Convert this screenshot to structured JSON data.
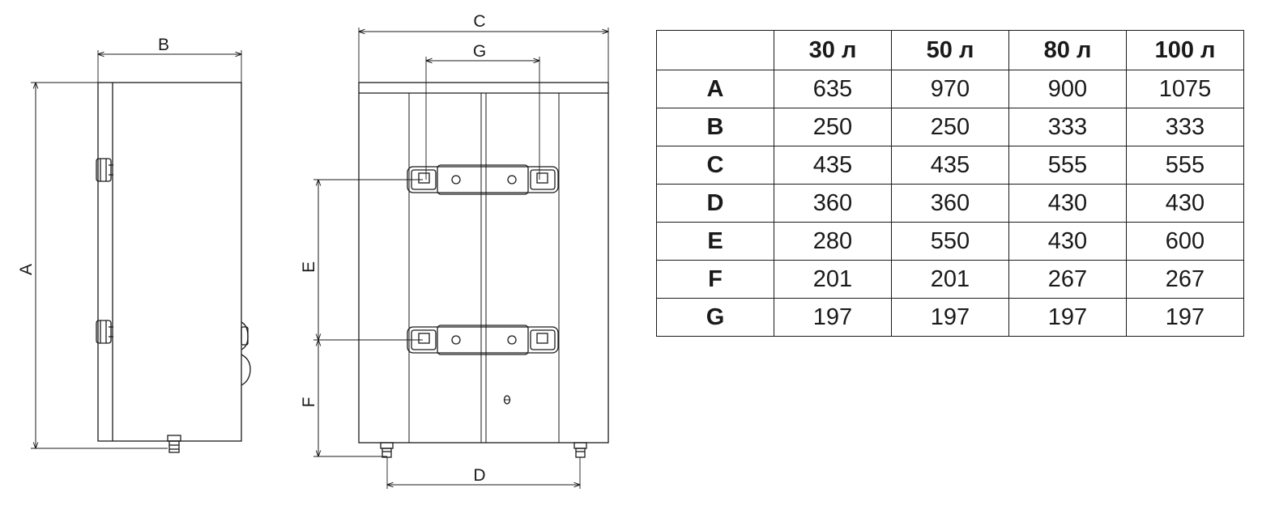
{
  "drawing": {
    "labels": {
      "A": "A",
      "B": "B",
      "C": "C",
      "D": "D",
      "E": "E",
      "F": "F",
      "G": "G"
    }
  },
  "table": {
    "columns": [
      "",
      "30 л",
      "50 л",
      "80 л",
      "100 л"
    ],
    "rows": [
      {
        "label": "A",
        "values": [
          "635",
          "970",
          "900",
          "1075"
        ]
      },
      {
        "label": "B",
        "values": [
          "250",
          "250",
          "333",
          "333"
        ]
      },
      {
        "label": "C",
        "values": [
          "435",
          "435",
          "555",
          "555"
        ]
      },
      {
        "label": "D",
        "values": [
          "360",
          "360",
          "430",
          "430"
        ]
      },
      {
        "label": "E",
        "values": [
          "280",
          "550",
          "430",
          "600"
        ]
      },
      {
        "label": "F",
        "values": [
          "201",
          "201",
          "267",
          "267"
        ]
      },
      {
        "label": "G",
        "values": [
          "197",
          "197",
          "197",
          "197"
        ]
      }
    ]
  }
}
